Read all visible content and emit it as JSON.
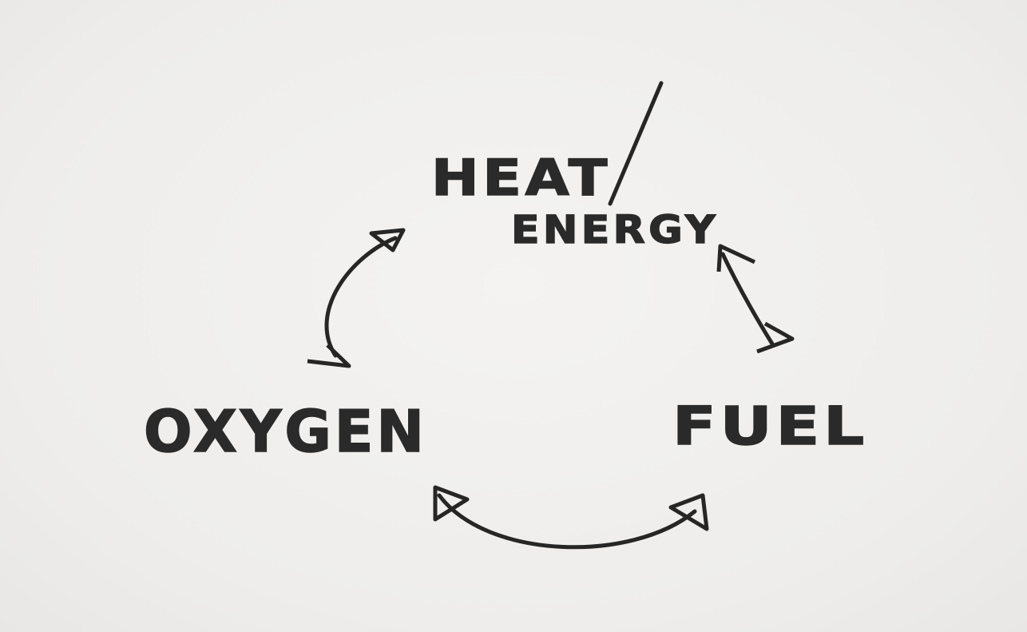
{
  "diagram": {
    "title": "Fire triangle",
    "nodes": {
      "heat": "HEAT",
      "energy": "ENERGY",
      "oxygen": "OXYGEN",
      "fuel": "FUEL"
    },
    "edges": [
      {
        "from": "HEAT/ENERGY",
        "to": "OXYGEN",
        "type": "bidirectional"
      },
      {
        "from": "HEAT/ENERGY",
        "to": "FUEL",
        "type": "bidirectional"
      },
      {
        "from": "OXYGEN",
        "to": "FUEL",
        "type": "bidirectional"
      }
    ],
    "ink_color": "#262626",
    "paper_color": "#efeeec"
  }
}
